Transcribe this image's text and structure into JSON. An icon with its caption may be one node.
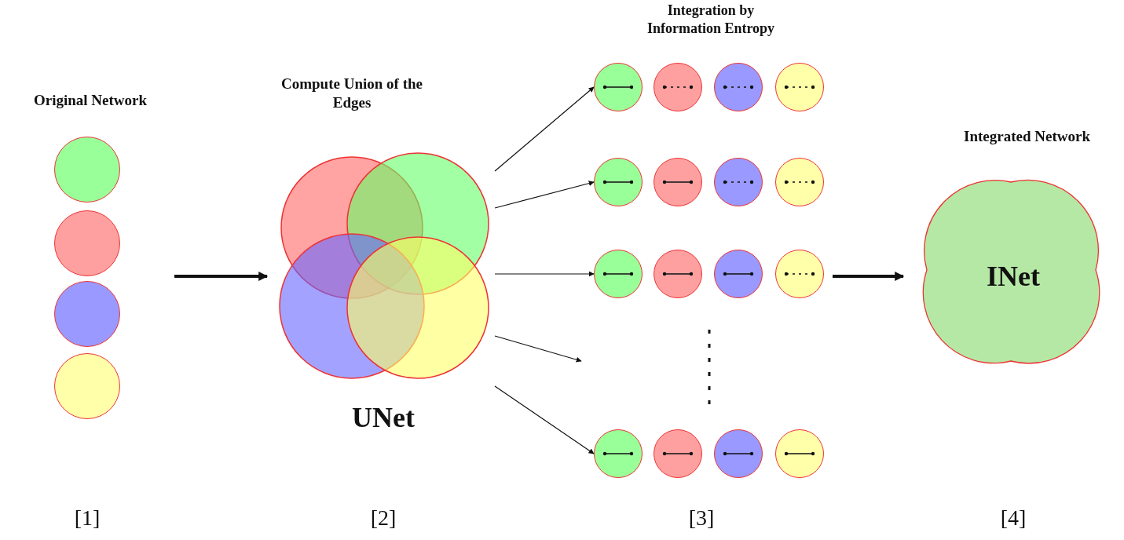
{
  "diagram": {
    "nodes": [
      {
        "text": [
          "Original Network"
        ]
      },
      {
        "text": [],
        "shape": "circle",
        "in": 0
      },
      {
        "text": [],
        "shape": "circle",
        "in": 0
      },
      {
        "text": [],
        "shape": "circle",
        "in": 0
      },
      {
        "text": [],
        "shape": "circle",
        "in": 0
      },
      {
        "text": [
          "Compute Union of the Edges",
          "UNet"
        ]
      },
      {
        "text": [
          "Integration by Information Entropy"
        ]
      },
      {
        "text": [],
        "shape": "circle",
        "in": 6
      },
      {
        "text": [],
        "shape": "circle",
        "in": 6
      },
      {
        "text": [],
        "shape": "circle",
        "in": 6
      },
      {
        "text": [],
        "shape": "circle",
        "in": 6
      },
      {
        "text": [],
        "shape": "circle",
        "in": 6
      },
      {
        "text": [],
        "shape": "circle",
        "in": 6
      },
      {
        "text": [],
        "shape": "circle",
        "in": 6
      },
      {
        "text": [],
        "shape": "circle",
        "in": 6
      },
      {
        "text": [],
        "shape": "circle",
        "in": 6
      },
      {
        "text": [],
        "shape": "circle",
        "in": 6
      },
      {
        "text": [],
        "shape": "circle",
        "in": 6
      },
      {
        "text": [],
        "shape": "circle",
        "in": 6
      },
      {
        "text": [],
        "shape": "circle",
        "in": 6
      },
      {
        "text": [],
        "shape": "circle",
        "in": 6
      },
      {
        "text": [],
        "shape": "circle",
        "in": 6
      },
      {
        "text": [],
        "shape": "circle",
        "in": 6
      },
      {
        "text": [
          "Integrated Network",
          "INet"
        ]
      }
    ],
    "edges": [
      {
        "from": 0,
        "to": 5,
        "arrow": "to",
        "style": "thick"
      },
      {
        "from": 5,
        "to": 7,
        "arrow": "to"
      },
      {
        "from": 5,
        "to": 11,
        "arrow": "to"
      },
      {
        "from": 5,
        "to": 15,
        "arrow": "to"
      },
      {
        "from": 5,
        "to": 6,
        "arrow": "to"
      },
      {
        "from": 5,
        "to": 19,
        "arrow": "to"
      },
      {
        "from": 6,
        "to": 23,
        "arrow": "to",
        "style": "thick"
      }
    ],
    "labels": [
      "[1]",
      "[2]",
      "[3]",
      "[4]"
    ]
  }
}
